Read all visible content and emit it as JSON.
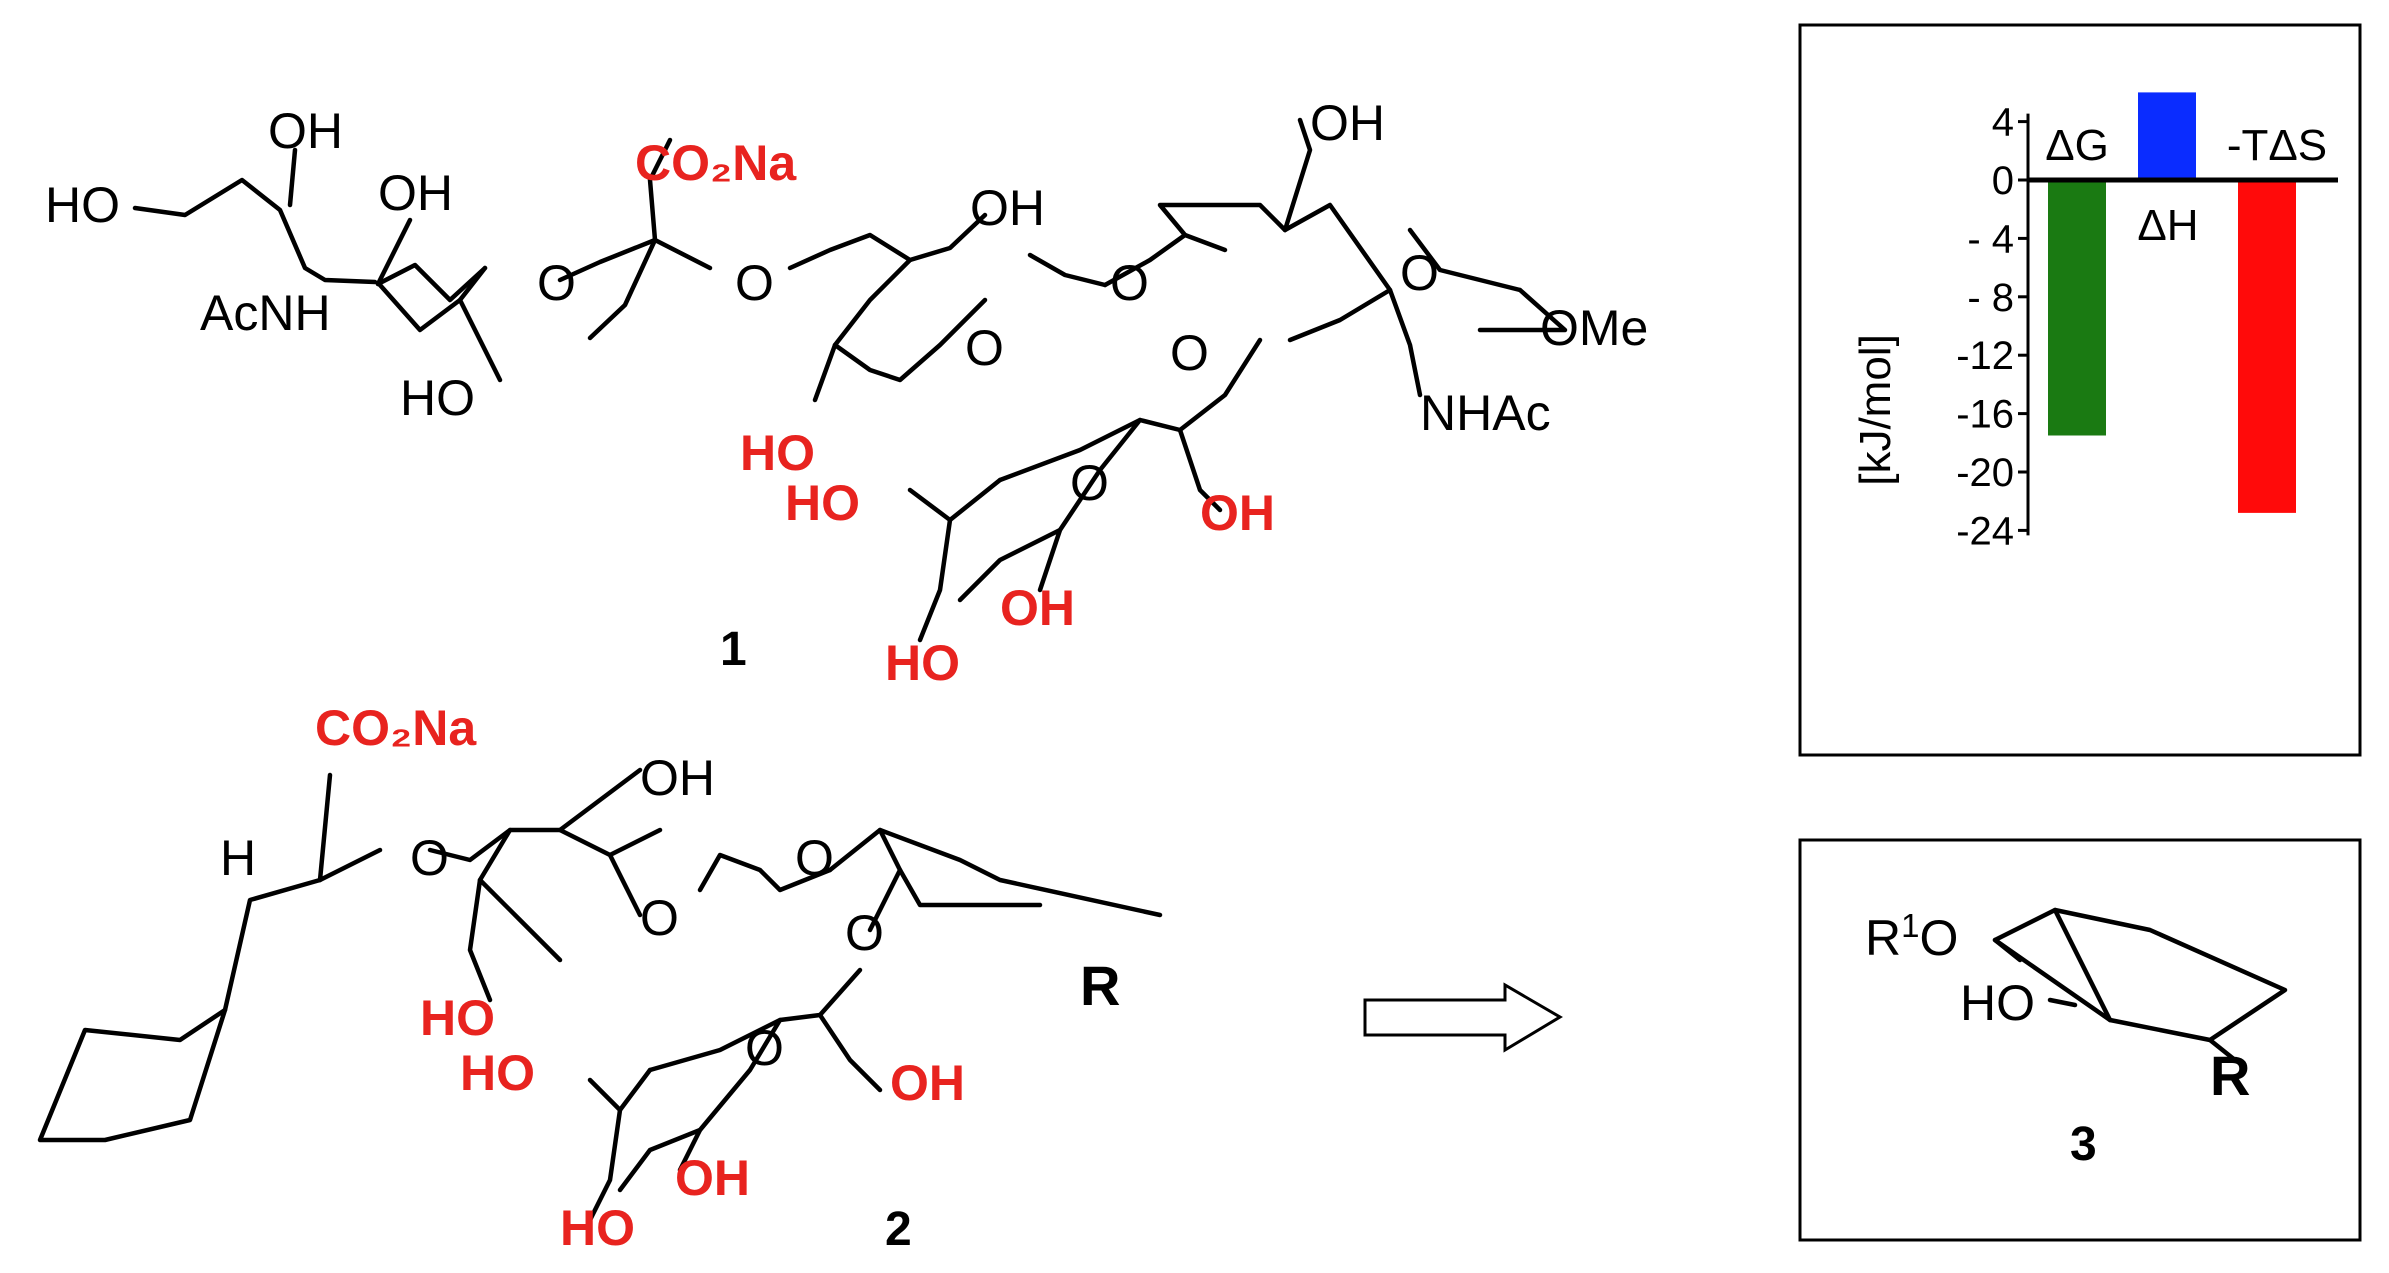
{
  "compound1": {
    "number": "1",
    "labels": {
      "ho_top": "HO",
      "oh_top": "OH",
      "oh_tail": "OH",
      "acnh": "AcNH",
      "ho_lower": "HO",
      "co2na": "CO₂Na",
      "o_ring1": "O",
      "o_link1": "O",
      "oh_gal": "OH",
      "o_ring2": "O",
      "ho_red1": "HO",
      "ho_red2": "HO",
      "o_link2": "O",
      "oh_ch2": "OH",
      "o_ring3": "O",
      "o_link3": "O",
      "ome": "OMe",
      "nhac": "NHAc",
      "o_fuc": "O",
      "oh_fuc1": "OH",
      "oh_fuc2": "OH",
      "ho_fuc": "HO"
    }
  },
  "compound2": {
    "number": "2",
    "labels": {
      "co2na": "CO₂Na",
      "h": "H",
      "o_link1": "O",
      "oh_gal": "OH",
      "o_ring": "O",
      "o_link2": "O",
      "ho_red1": "HO",
      "ho_red2": "HO",
      "o_link3": "O",
      "r": "R",
      "o_fuc": "O",
      "oh_fuc1": "OH",
      "oh_fuc2": "OH",
      "ho_fuc": "HO"
    }
  },
  "compound3": {
    "number": "3",
    "labels": {
      "r1o_prefix": "R",
      "r1o_sup": "1",
      "r1o_suffix": "O",
      "ho": "HO",
      "r": "R"
    }
  },
  "arrow": {
    "icon": "hollow-right-arrow-icon"
  },
  "chart_data": {
    "type": "bar",
    "categories": [
      "ΔG",
      "ΔH",
      "-TΔS"
    ],
    "values": [
      -17.5,
      6.0,
      -22.8
    ],
    "colors": [
      "#1a7a12",
      "#0a2cff",
      "#ff0a0a"
    ],
    "ylabel": "[kJ/mol]",
    "ylim": [
      -24,
      4
    ],
    "yticks": [
      4,
      0,
      -4,
      -8,
      -12,
      -16,
      -20,
      -24
    ],
    "ytick_labels": [
      "4",
      "0",
      "- 4",
      "- 8",
      "-12",
      "-16",
      "-20",
      "-24"
    ],
    "grid": false
  }
}
